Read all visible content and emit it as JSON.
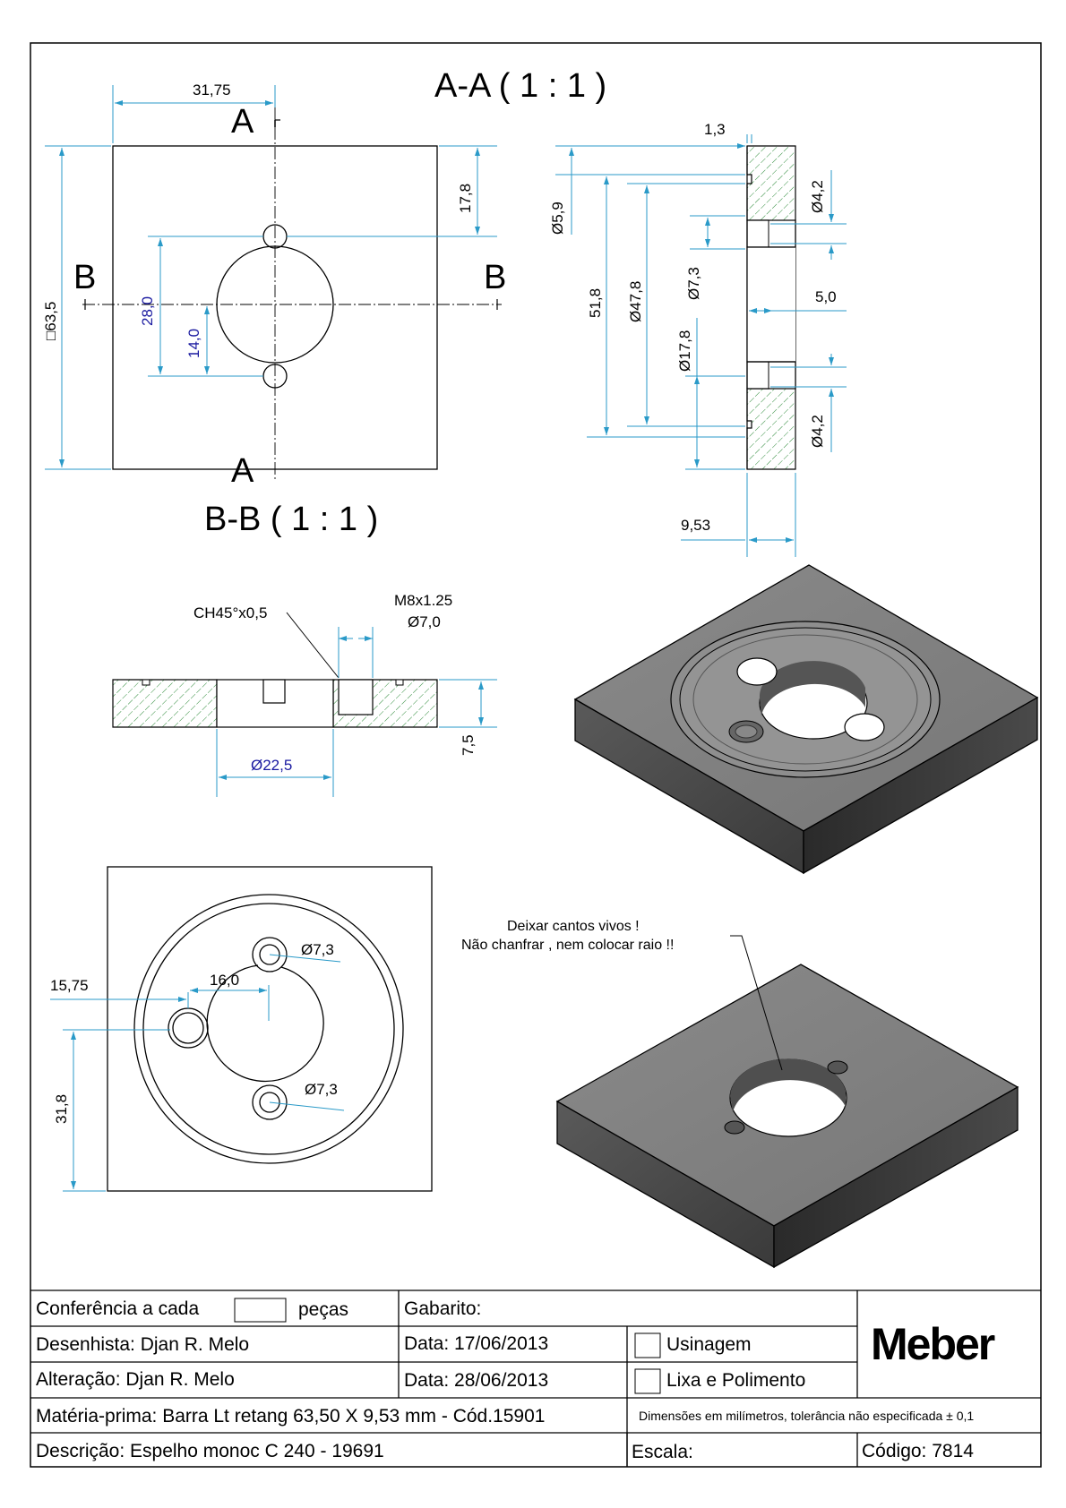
{
  "views": {
    "section_aa_title": "A-A ( 1 : 1 )",
    "section_bb_title": "B-B ( 1 : 1 )",
    "cut_labels": {
      "a": "A",
      "b": "B"
    }
  },
  "dimensions": {
    "front": {
      "width_half": "31,75",
      "square": "□63,5",
      "top_offset": "17,8",
      "hole_spacing": "28,0",
      "hole_half": "14,0"
    },
    "section_aa": {
      "groove_depth": "1,3",
      "groove_width": "Ø5,9",
      "outer_groove": "51,8",
      "inner_groove": "Ø47,8",
      "hole_top": "Ø4,2",
      "hole_cb": "Ø7,3",
      "cb_depth": "5,0",
      "bore": "Ø17,8",
      "hole_bottom": "Ø4,2",
      "thickness": "9,53"
    },
    "section_bb": {
      "chamfer": "CH45°x0,5",
      "thread": "M8x1.25",
      "thread_dia": "Ø7,0",
      "depth": "7,5",
      "bore": "Ø22,5"
    },
    "bottom": {
      "hole_top": "Ø7,3",
      "hole_bottom": "Ø7,3",
      "offset_x": "15,75",
      "bore_offset": "16,0",
      "offset_y": "31,8"
    }
  },
  "note": {
    "line1": "Deixar cantos vivos  !",
    "line2": "Não chanfrar , nem colocar raio !!"
  },
  "title_block": {
    "conferencia_label": "Conferência a cada",
    "pecas_label": "peças",
    "gabarito_label": "Gabarito:",
    "desenhista": "Desenhista: Djan R. Melo",
    "data1": "Data: 17/06/2013",
    "usinagem": "Usinagem",
    "alteracao": "Alteração: Djan R. Melo",
    "data2": "Data: 28/06/2013",
    "lixa": "Lixa e Polimento",
    "materia_prima": "Matéria-prima: Barra Lt retang 63,50 X 9,53 mm - Cód.15901",
    "tolerancia": "Dimensões em milímetros, tolerância não especificada ± 0,1",
    "descricao": "Descrição: Espelho monoc C 240 - 19691",
    "escala": "Escala:",
    "codigo": "Código: 7814",
    "logo": "Meber"
  }
}
